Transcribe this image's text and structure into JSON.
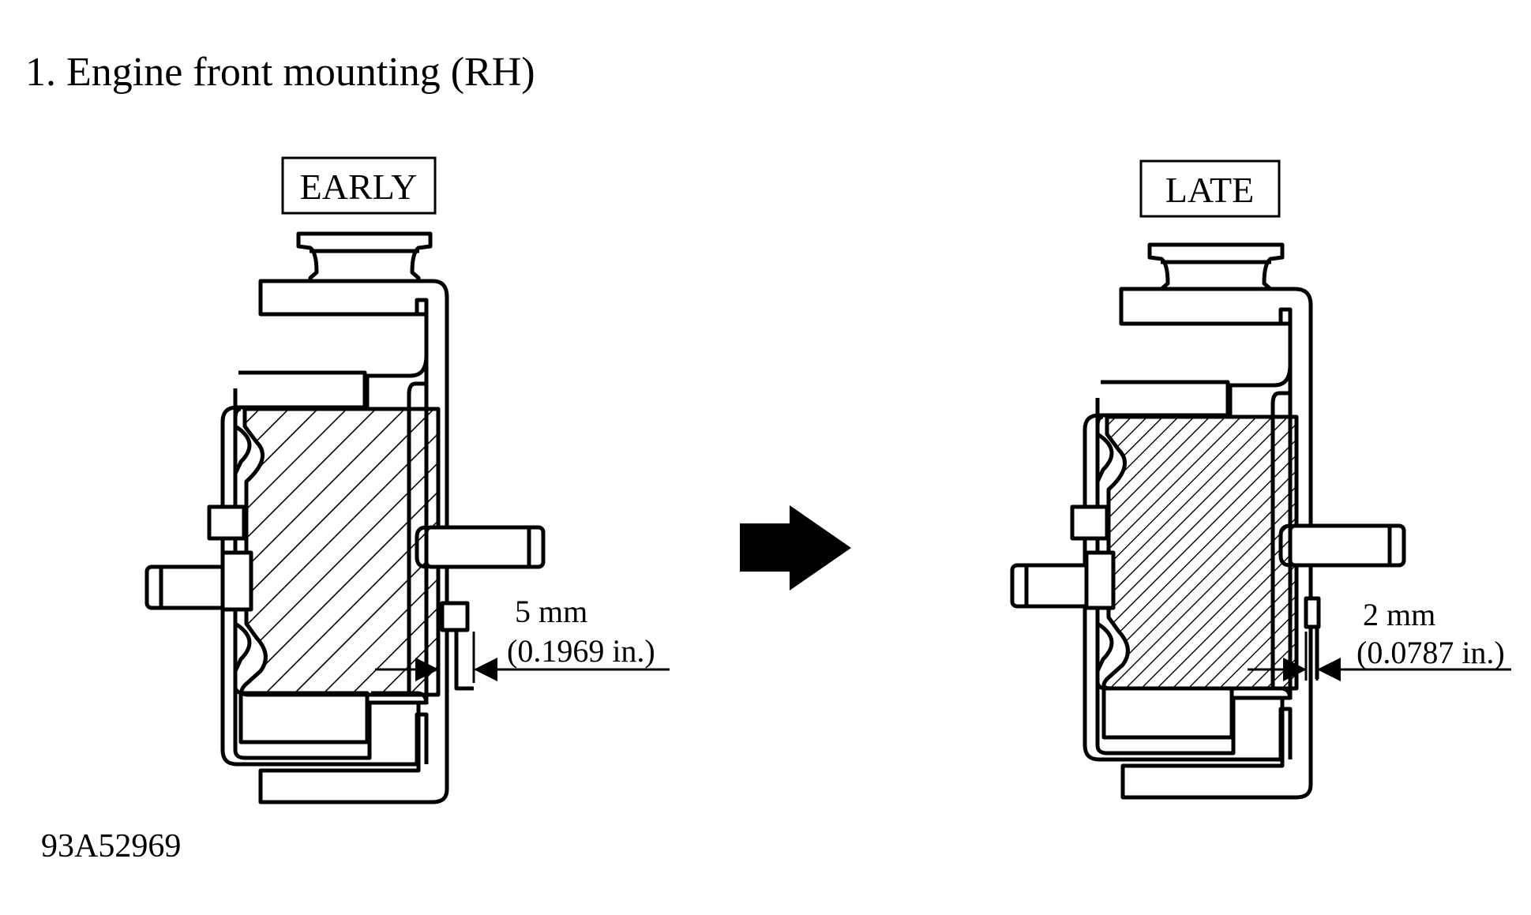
{
  "title": "1. Engine front mounting (RH)",
  "figure_code": "93A52969",
  "early": {
    "label": "EARLY",
    "gap_mm": "5 mm",
    "gap_in": "(0.1969 in.)"
  },
  "late": {
    "label": "LATE",
    "gap_mm": "2 mm",
    "gap_in": "(0.0787 in.)"
  },
  "colors": {
    "ink": "#000000",
    "paper": "#ffffff"
  },
  "icons": {
    "transition": "arrow-right-icon"
  }
}
